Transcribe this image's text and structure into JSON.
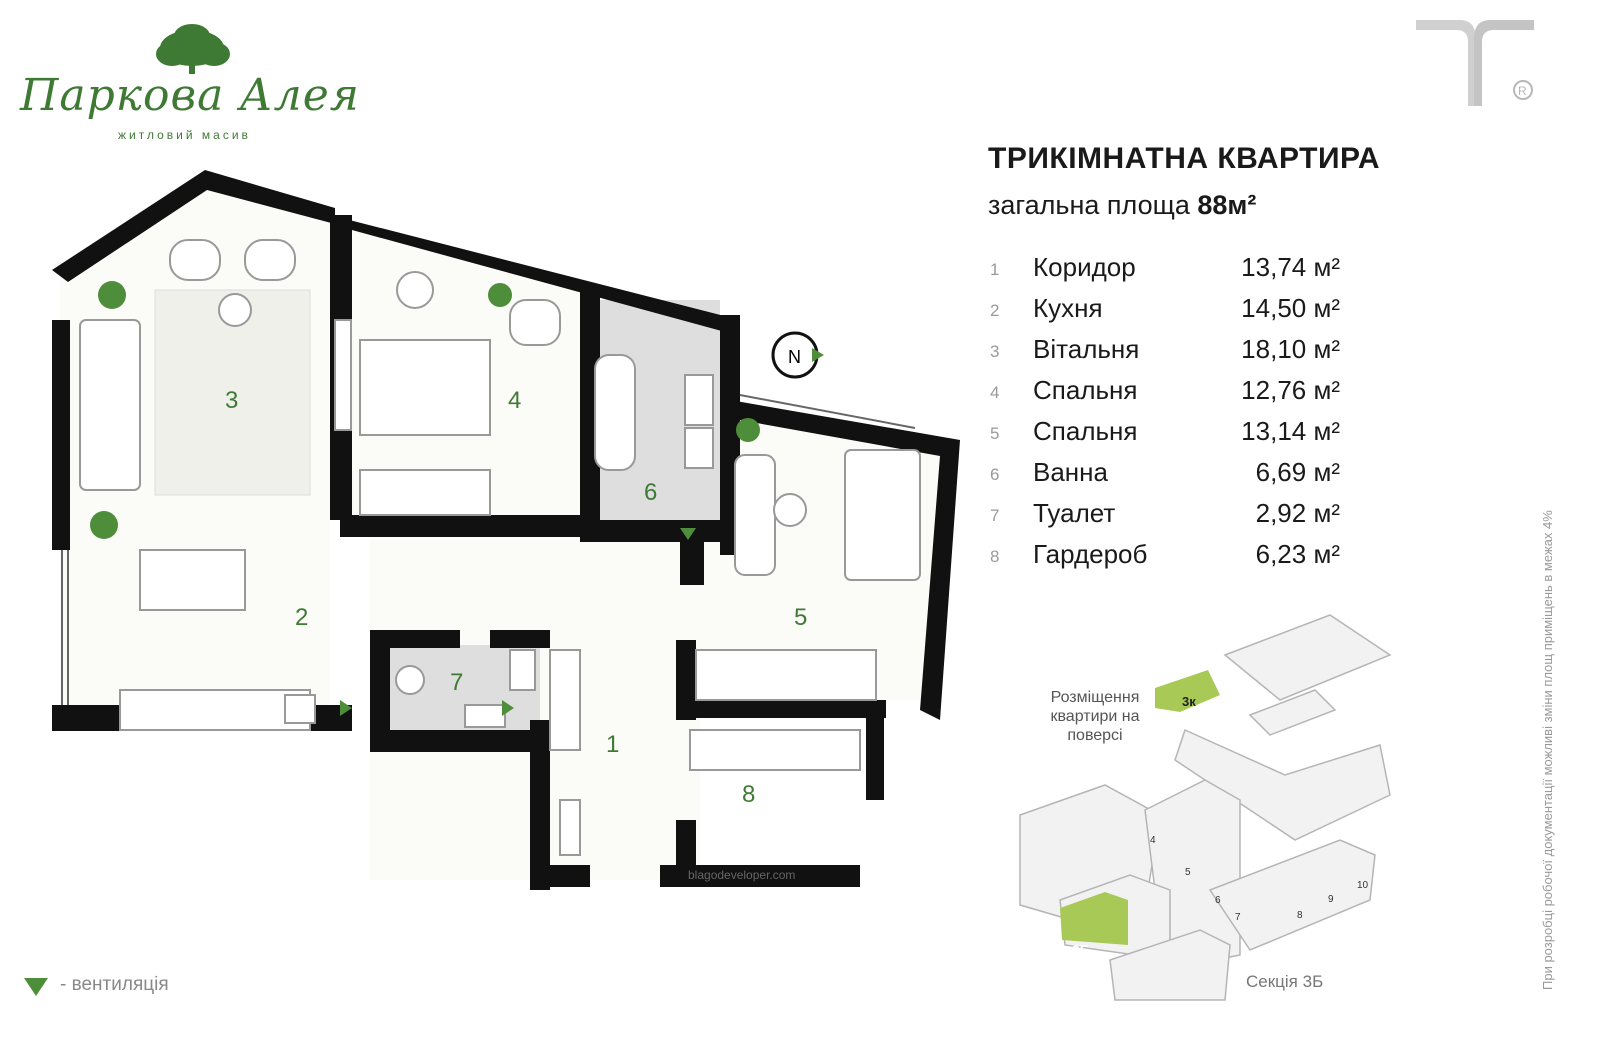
{
  "logo": {
    "name": "Паркова Алея",
    "tagline": "житловий масив"
  },
  "apartment": {
    "title": "ТРИКІМНАТНА КВАРТИРА",
    "total_area_label": "загальна площа",
    "total_area_value": "88м²"
  },
  "rooms": [
    {
      "num": "1",
      "name": "Коридор",
      "area": "13,74 м²"
    },
    {
      "num": "2",
      "name": "Кухня",
      "area": "14,50 м²"
    },
    {
      "num": "3",
      "name": "Вітальня",
      "area": "18,10 м²"
    },
    {
      "num": "4",
      "name": "Спальня",
      "area": "12,76 м²"
    },
    {
      "num": "5",
      "name": "Спальня",
      "area": "13,14 м²"
    },
    {
      "num": "6",
      "name": "Ванна",
      "area": "6,69 м²"
    },
    {
      "num": "7",
      "name": "Туалет",
      "area": "2,92 м²"
    },
    {
      "num": "8",
      "name": "Гардероб",
      "area": "6,23 м²"
    }
  ],
  "plan": {
    "compass_label": "N",
    "website": "blagodeveloper.com"
  },
  "key_plan": {
    "placement_label": "Розміщення квартири на поверсі",
    "apartment_tag": "3к",
    "section_tag": "3Б",
    "section_label": "Секція 3Б",
    "building_numbers": [
      "4",
      "5",
      "6",
      "7",
      "8",
      "9",
      "10"
    ]
  },
  "legend": {
    "ventilation": "- вентиляція"
  },
  "side_note": "При розробці робочої документації можливі зміни площ приміщень в межах 4%",
  "colors": {
    "accent_green": "#3f7a35",
    "highlight_green": "#a8c956",
    "wall": "#111111"
  }
}
